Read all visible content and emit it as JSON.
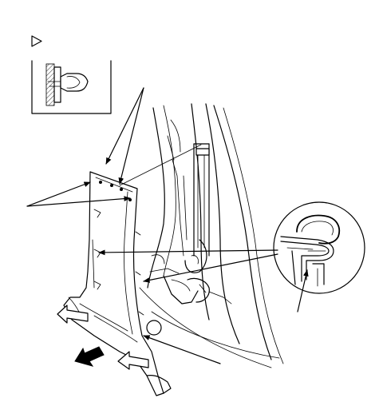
{
  "diagram": {
    "figure": "pillar-trim-removal",
    "inset_figure": "clip-detail",
    "seal_figure": "weatherstrip-detail",
    "direction": "removal-direction"
  }
}
